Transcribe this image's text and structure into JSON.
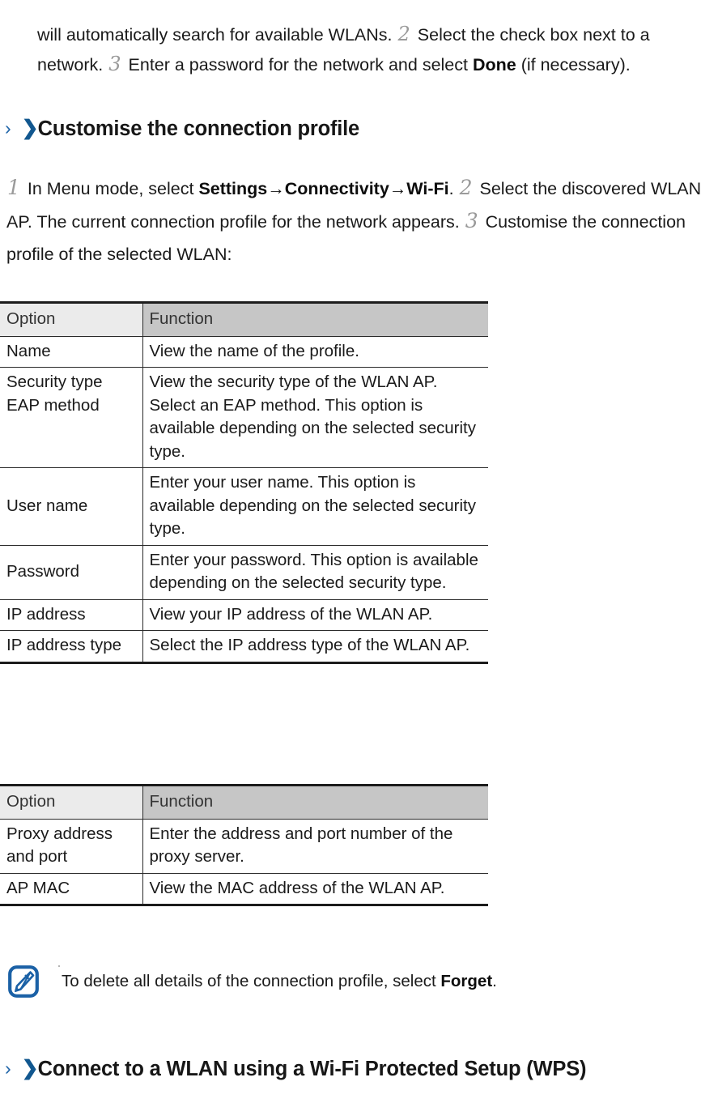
{
  "document": {
    "type": "user-manual-page",
    "accent_blue": "#11578f",
    "chevron_blue": "#1d63a8",
    "header_option_bg": "#ebebeb",
    "header_function_bg": "#c6c6c6",
    "step_number_color": "#9a9a9a"
  },
  "intro_paragraph": {
    "part1": "will automatically search for available WLANs.",
    "step2": "2",
    "part2": "Select the check box next to a network.",
    "step3": "3",
    "part3": "Enter a password for the network and select",
    "bold_done": "Done",
    "part4": "(if necessary)."
  },
  "heading_customise": {
    "chevron_thin": "›",
    "chevron_bold": "❯",
    "text": "Customise the connection profile"
  },
  "steps_paragraph": {
    "step1": "1",
    "part1": "In Menu mode, select",
    "bold_settings": "Settings",
    "arrow1": "→",
    "bold_connectivity": "Connectivity",
    "arrow2": "→",
    "bold_wifi": "Wi-Fi",
    "period": ".",
    "step2": "2",
    "part2": "Select the discovered WLAN AP. The current connection profile for the network appears.",
    "step3": "3",
    "part3": "Customise the connection profile of the selected WLAN:"
  },
  "table1": {
    "headers": [
      "Option",
      "Function"
    ],
    "rows": [
      {
        "option": "Name",
        "function": "View the name of the profile.",
        "option_align": "top"
      },
      {
        "option": "Security type EAP method",
        "function": "View the security type of the WLAN AP. Select an EAP method. This option is available depending on the selected security type.",
        "option_align": "top"
      },
      {
        "option": "User name",
        "function": "Enter your user name. This option is available depending on the selected security type.",
        "option_align": "middle"
      },
      {
        "option": "Password",
        "function": "Enter your password. This option is available depending on the selected security type.",
        "option_align": "middle"
      },
      {
        "option": "IP address",
        "function": "View your IP address of the WLAN AP.",
        "option_align": "middle"
      },
      {
        "option": "IP address type",
        "function": "Select the IP address type of the WLAN AP.",
        "option_align": "top"
      }
    ]
  },
  "table2": {
    "headers": [
      "Option",
      "Function"
    ],
    "rows": [
      {
        "option": "Proxy address and port",
        "function": "Enter the address and port number of the proxy server.",
        "option_align": "top"
      },
      {
        "option": "AP MAC",
        "function": "View the MAC address of the WLAN AP.",
        "option_align": "middle"
      }
    ]
  },
  "note": {
    "icon": "note-pen-icon",
    "text_before": "To delete all details of the connection profile, select",
    "bold_term": "Forget",
    "text_after": "."
  },
  "heading_wps": {
    "chevron_thin": "›",
    "chevron_bold": "❯",
    "text": "Connect to a WLAN using a Wi-Fi Protected Setup (WPS)"
  }
}
